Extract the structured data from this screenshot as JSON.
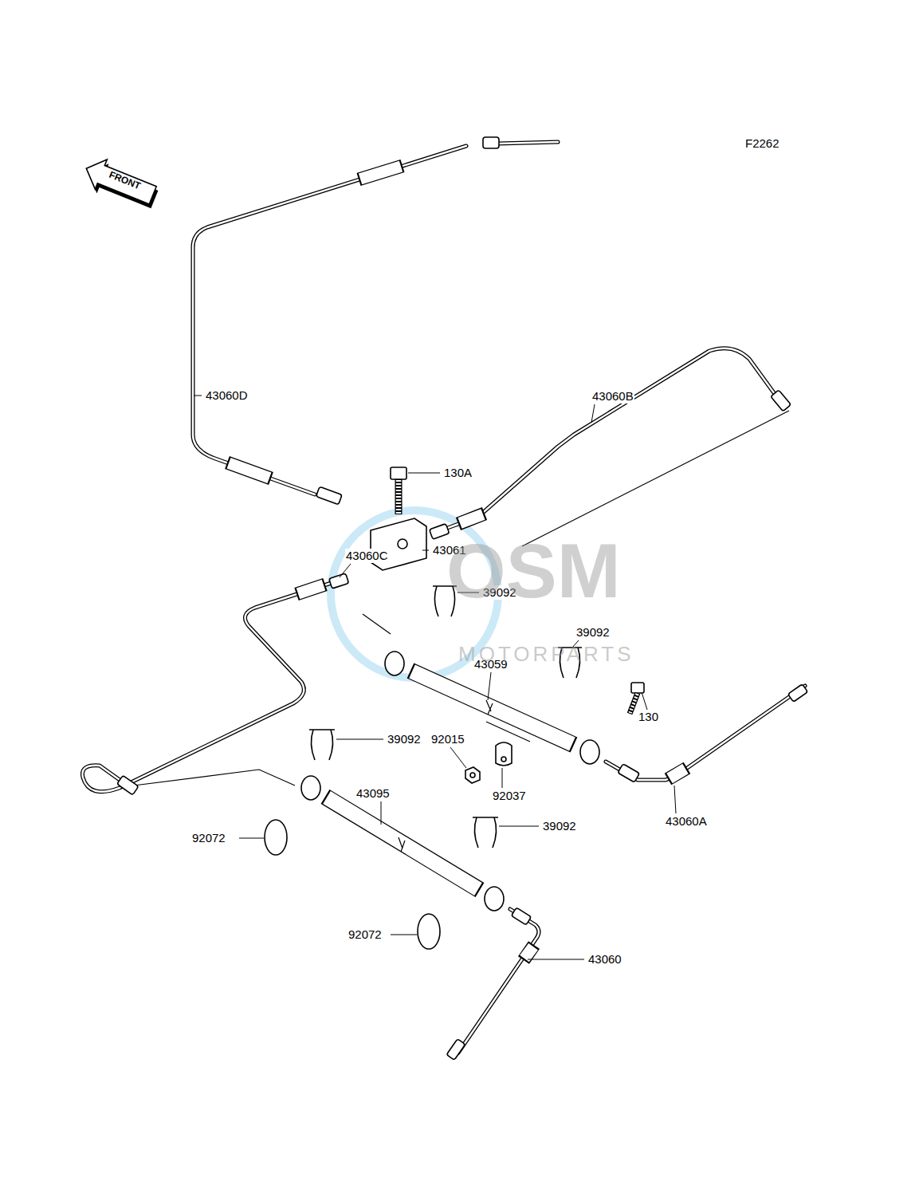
{
  "diagram": {
    "labels": [
      "F2262",
      "FRONT",
      "43060D",
      "43060B",
      "130A",
      "43061",
      "43060C",
      "39092",
      "43059",
      "39092",
      "130",
      "92015",
      "92037",
      "43060A",
      "39092",
      "43095",
      "39092",
      "92072",
      "92072",
      "43060",
      "OSM",
      "MOTORPARTS"
    ]
  }
}
